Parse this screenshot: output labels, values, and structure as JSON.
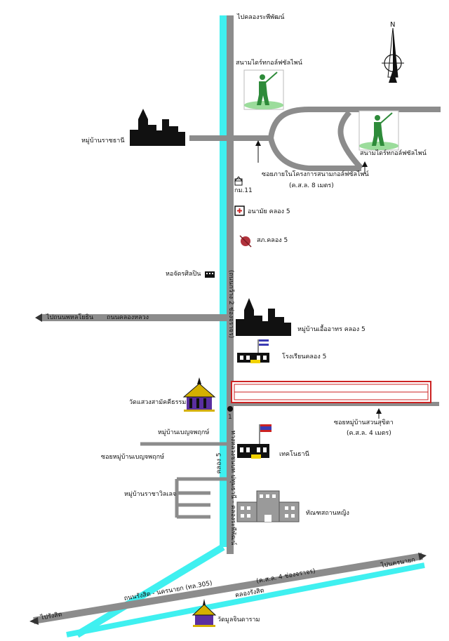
{
  "colors": {
    "road": "#8c8c8c",
    "canal": "#3ff0f0",
    "building": "#111111",
    "housing": "#cc2222",
    "grass": "#9bdc9b",
    "golfer": "#2e8b3a"
  },
  "labels": {
    "north_canal": "ไปคลองระพีพัฒน์",
    "golf_top": "สนามไดร์ทกอล์ฟซัลไพน์",
    "golf_right": "สนามไดร์ทกอล์ฟซัลไพน์",
    "raj_thani": "หมู่บ้านราชธานี",
    "golf_soi": "ซอยภายในโครงการสนามกอล์ฟซัลไพน์",
    "golf_soi_width": "(ค.ส.ล. 8 เมตร)",
    "km11": "กม.11",
    "health": "อนามัย คลอง 5",
    "police": "สภ.คลอง 5",
    "hall": "หอจัดรศิลปิน",
    "to_phahon": "ไปถนนพหลโยธิน",
    "khlong_luang_rd": "ถนนคลองหลวง",
    "village_ua": "หมู่บ้านเอื้ออาทร คลอง 5",
    "school": "โรงเรียนคลอง 5",
    "main_rd_top": "(ถนนกว้าง 2 ช่องจราจร)",
    "wat_saeng": "วัดแสวงสามัคคีธรรม",
    "suan_sukhita": "ซอยหมู่บ้านสวนสุขิตา",
    "suan_width": "(ค.ส.ล. 4 เมตร)",
    "village_benja": "หมู่บ้านเบญจพฤกษ์",
    "soi_benja": "ซอยหมู่บ้านเบญจพฤกษ์",
    "technopolis": "เทคโนธานี",
    "village_raja": "หมู่บ้านราชาวิลเลจ",
    "women_prison": "ทัณฑสถานหญิง",
    "khlong5": "คลอง 5",
    "main_rd_name": "ทางหลวงชนบท ปทุมธานี - คลองระพีพัฒน์",
    "to_ongkharak": "ไปนครนายก",
    "rangsit_rd": "ถนนรังสิต - นครนายก (ทล.305)",
    "rangsit_width": "(ค.ส.ล. 4 ช่องจราจร)",
    "khlong_rangsit": "คลองรังสิต",
    "to_rangsit": "ไปรังสิต",
    "wat_mun": "วัดมูลจินดาราม",
    "compass_n": "N",
    "route_no": "1"
  }
}
